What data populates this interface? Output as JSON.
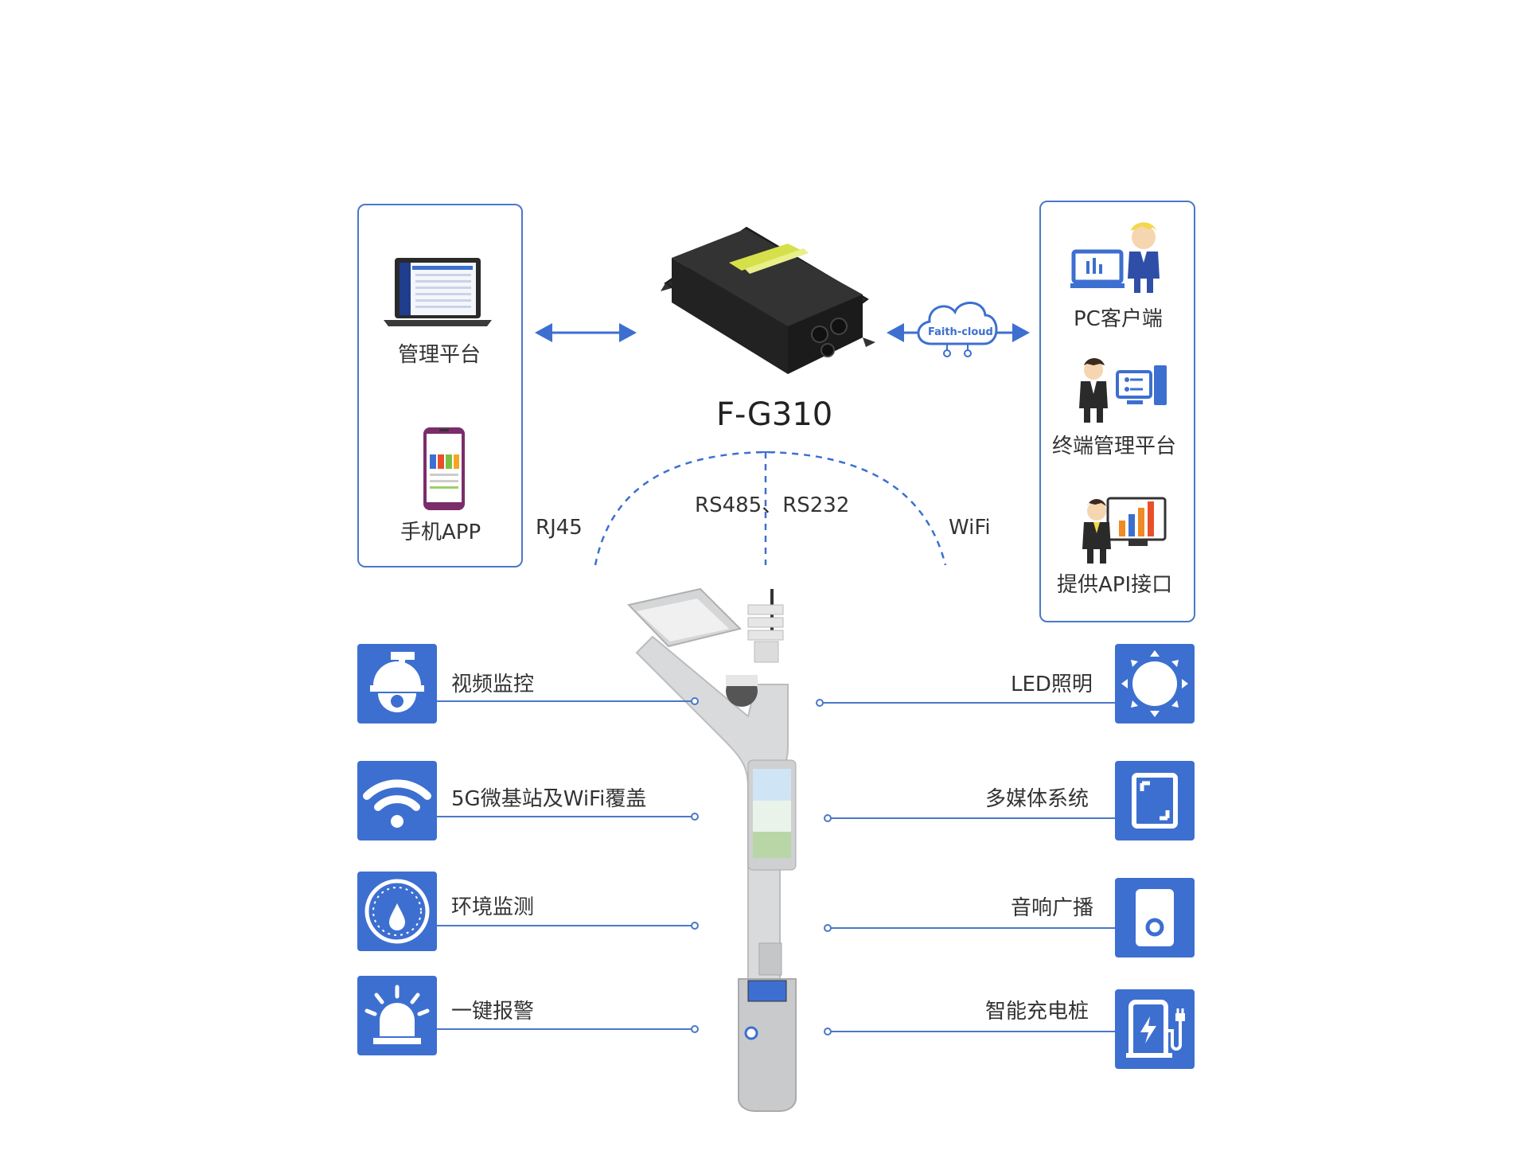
{
  "left_panel": {
    "items": [
      {
        "label": "管理平台",
        "icon": "laptop-icon"
      },
      {
        "label": "手机APP",
        "icon": "smartphone-icon"
      }
    ]
  },
  "right_panel": {
    "items": [
      {
        "label": "PC客户端",
        "icon": "pc-client-icon"
      },
      {
        "label": "终端管理平台",
        "icon": "terminal-platform-icon"
      },
      {
        "label": "提供API接口",
        "icon": "api-chart-icon"
      }
    ]
  },
  "device": {
    "model": "F-G310"
  },
  "cloud": {
    "label": "Faith-cloud"
  },
  "links": {
    "rj45": "RJ45",
    "serial": "RS485、RS232",
    "wifi": "WiFi"
  },
  "left_features": [
    {
      "label": "视频监控",
      "icon": "camera-icon"
    },
    {
      "label": "5G微基站及WiFi覆盖",
      "icon": "wifi-icon"
    },
    {
      "label": "环境监测",
      "icon": "environment-icon"
    },
    {
      "label": "一键报警",
      "icon": "alarm-icon"
    }
  ],
  "right_features": [
    {
      "label": "LED照明",
      "icon": "light-icon"
    },
    {
      "label": "多媒体系统",
      "icon": "multimedia-icon"
    },
    {
      "label": "音响广播",
      "icon": "speaker-icon"
    },
    {
      "label": "智能充电桩",
      "icon": "charging-icon"
    }
  ],
  "colors": {
    "accent": "#3d6fd0",
    "line": "#4a78c8"
  }
}
